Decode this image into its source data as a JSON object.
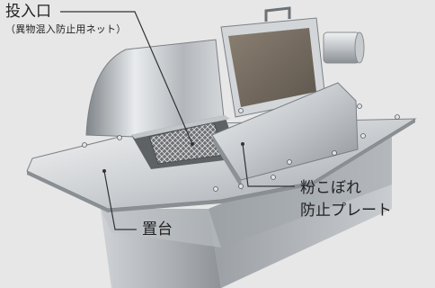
{
  "labels": {
    "inlet": {
      "main": "投入口",
      "sub": "（異物混入防止用ネット）"
    },
    "guard": {
      "line1": "粉こぼれ",
      "line2": "防止プレート"
    },
    "stand": "置台"
  },
  "colors": {
    "background": "#e7e7e7",
    "metal_light": "#e6e8ea",
    "metal_mid": "#b8bcc0",
    "metal_dark": "#7e8388",
    "leader_line": "#333333",
    "text": "#222222"
  }
}
